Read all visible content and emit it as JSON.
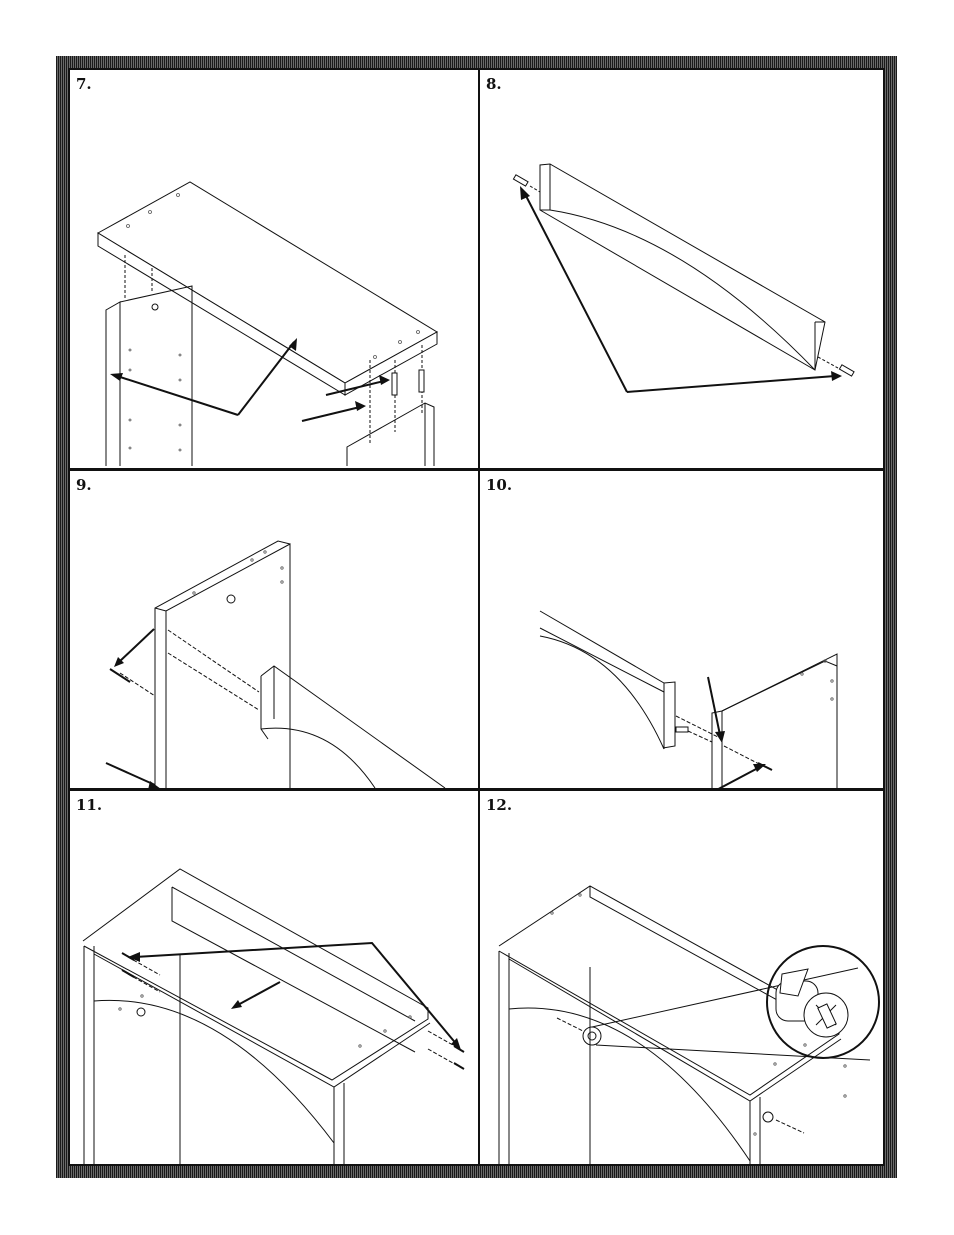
{
  "page": {
    "steps": [
      {
        "label": "7."
      },
      {
        "label": "8."
      },
      {
        "label": "9."
      },
      {
        "label": "10."
      },
      {
        "label": "11."
      },
      {
        "label": "12."
      }
    ]
  },
  "colors": {
    "line": "#111111",
    "frame": "#1a1a1a",
    "background": "#ffffff"
  }
}
